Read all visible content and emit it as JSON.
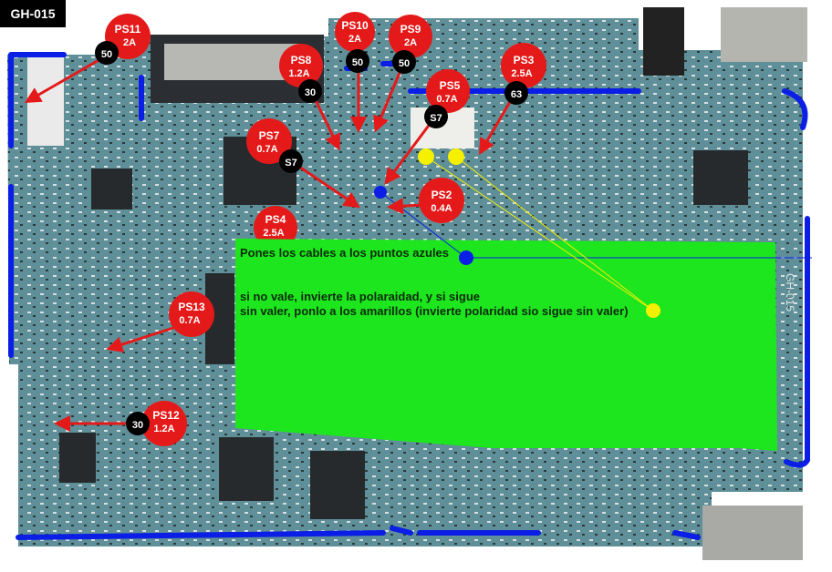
{
  "board_id": "GH-015",
  "colors": {
    "board": "#5f8f98",
    "marker_blue": "#0a1ee6",
    "label_red": "#e41a1a",
    "note_green": "#1ee61e",
    "point_yellow": "#f5f000"
  },
  "labels": [
    {
      "name": "PS11",
      "current": "2A",
      "code": "50"
    },
    {
      "name": "PS10",
      "current": "2A",
      "code": "50"
    },
    {
      "name": "PS9",
      "current": "2A",
      "code": "50"
    },
    {
      "name": "PS8",
      "current": "1.2A",
      "code": "30"
    },
    {
      "name": "PS3",
      "current": "2.5A",
      "code": "63"
    },
    {
      "name": "PS5",
      "current": "0.7A",
      "code": "S7"
    },
    {
      "name": "PS7",
      "current": "0.7A",
      "code": "S7"
    },
    {
      "name": "PS2",
      "current": "0.4A"
    },
    {
      "name": "PS4",
      "current": "2.5A"
    },
    {
      "name": "PS13",
      "current": "0.7A"
    },
    {
      "name": "PS12",
      "current": "1.2A",
      "code": "30"
    }
  ],
  "notes": {
    "line1": "Pones los cables a los puntos azules",
    "line2": "si no vale, invierte la polaraidad, y si sigue",
    "line3": "sin valer, ponlo a los amarillos (invierte polaridad sio sigue sin valer)"
  },
  "board_silkscreen": "GH-015"
}
